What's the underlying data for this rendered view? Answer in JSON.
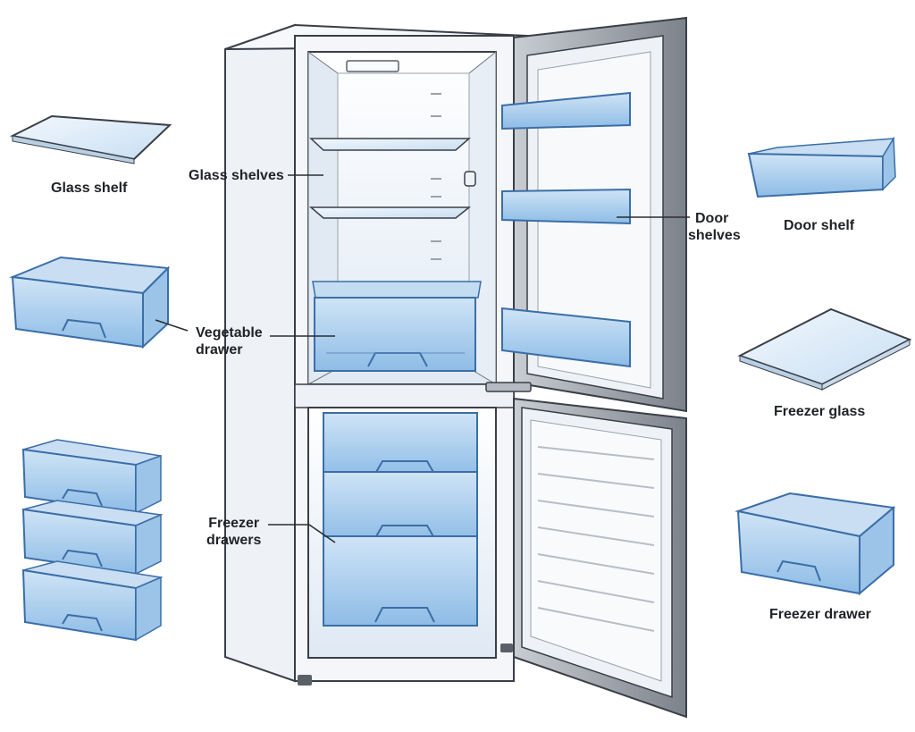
{
  "colors": {
    "outline": "#3a3f47",
    "cabinet_fill": "#f4f6f9",
    "interior_fill": "#e9f1fa",
    "plastic_fill": "#a9cdee",
    "plastic_stroke": "#3b6ea8",
    "glass_fill": "#dcecf8",
    "door_frame": "#8f959e",
    "leader_line": "#2a2d31"
  },
  "labels": {
    "glass_shelf": "Glass shelf",
    "glass_shelves": "Glass shelves",
    "door_shelves": [
      "Door",
      "shelves"
    ],
    "door_shelf": "Door shelf",
    "vegetable_drawer": [
      "Vegetable",
      "drawer"
    ],
    "freezer_glass": "Freezer glass",
    "freezer_drawers": [
      "Freezer",
      "drawers"
    ],
    "freezer_drawer": "Freezer drawer"
  }
}
